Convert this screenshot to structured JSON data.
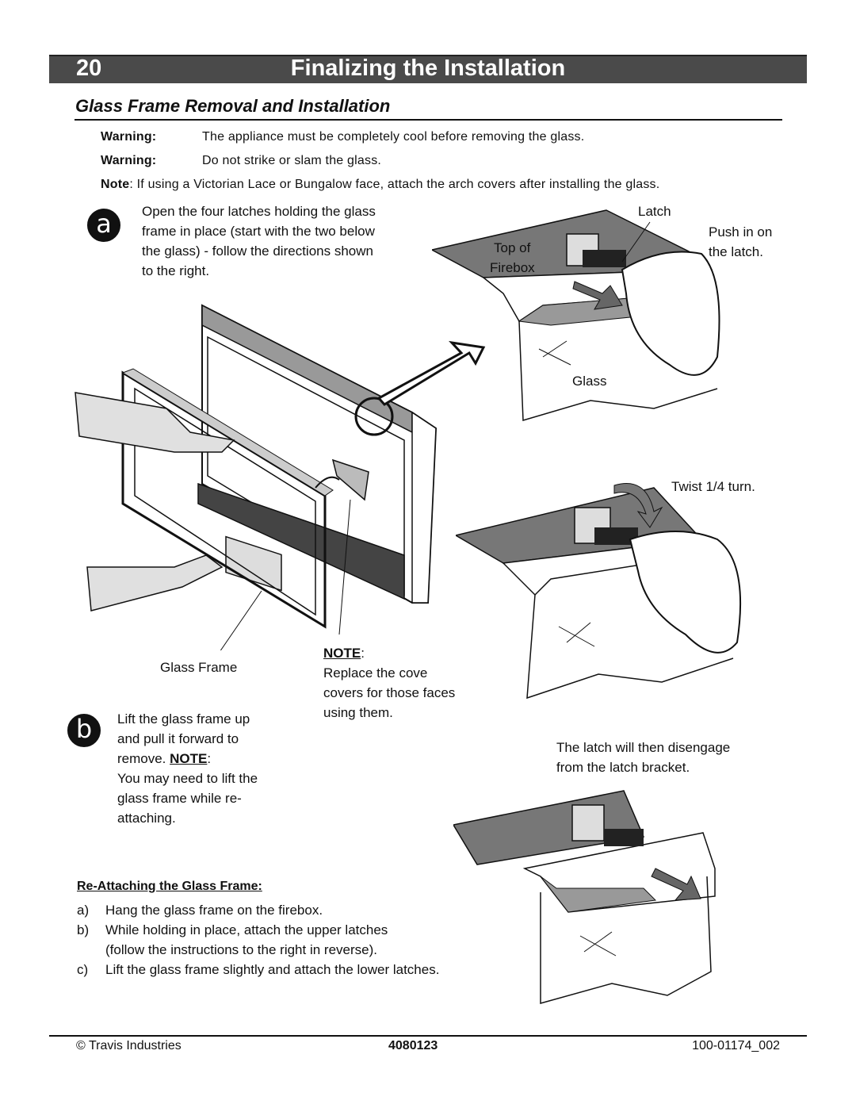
{
  "header": {
    "page_number": "20",
    "title": "Finalizing the Installation"
  },
  "section": {
    "title": "Glass Frame Removal and Installation"
  },
  "warnings": [
    {
      "label": "Warning:",
      "text": "The appliance must be completely cool before removing the glass."
    },
    {
      "label": "Warning:",
      "text": "Do not strike or slam the glass."
    }
  ],
  "note": {
    "label": "Note",
    "text": ":  If using a Victorian Lace or Bungalow face, attach the arch covers after installing the glass."
  },
  "step_a": {
    "marker": "a",
    "lines": [
      "Open the four latches holding the glass",
      "frame in place (start with the two below",
      "the glass) - follow the directions shown",
      "to the right."
    ]
  },
  "step_b": {
    "marker": "b",
    "line1": "Lift the glass frame up",
    "line2": "and pull it forward to",
    "line3_prefix": "remove.  ",
    "line3_note": "NOTE",
    "line3_suffix": ":",
    "line4": "You may need to lift the",
    "line5": "glass frame while re-",
    "line6": "attaching."
  },
  "figure_labels": {
    "latch": "Latch",
    "push_line1": "Push in on",
    "push_line2": "the latch.",
    "top_of": "Top of",
    "firebox": "Firebox",
    "glass": "Glass",
    "twist": "Twist 1/4 turn.",
    "disengage_line1": "The latch will then disengage",
    "disengage_line2": "from the latch bracket.",
    "glass_frame": "Glass Frame"
  },
  "cove_note": {
    "label": "NOTE",
    "colon": ":",
    "lines": [
      "Replace the cove",
      "covers for those faces",
      "using them."
    ]
  },
  "reattach": {
    "heading": "Re-Attaching the Glass Frame:",
    "items": [
      {
        "marker": "a)",
        "text": "Hang the glass frame on the firebox."
      },
      {
        "marker": "b)",
        "text": "While holding in place, attach the upper latches"
      },
      {
        "marker": "",
        "text": "(follow the instructions to the right in reverse)."
      },
      {
        "marker": "c)",
        "text": "Lift the glass frame slightly and attach the lower latches."
      }
    ]
  },
  "footer": {
    "left": "© Travis Industries",
    "center": "4080123",
    "right": "100-01174_002"
  }
}
